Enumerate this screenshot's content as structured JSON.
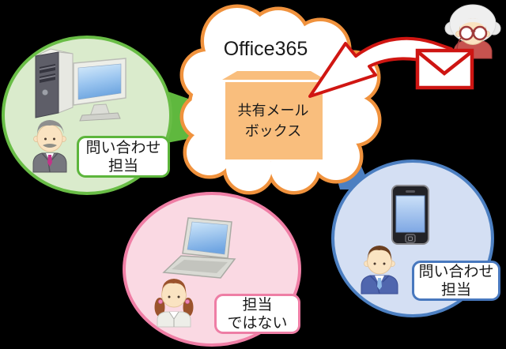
{
  "scene": {
    "background": "#000000",
    "cloud": {
      "service_label": "Office365",
      "mailbox": {
        "line1": "共有メール",
        "line2": "ボックス"
      }
    },
    "members": {
      "desktop_user": {
        "tag": {
          "line1": "問い合わせ",
          "line2": "担当"
        }
      },
      "laptop_user": {
        "tag": {
          "line1": "担当",
          "line2": "ではない"
        }
      },
      "phone_user": {
        "tag": {
          "line1": "問い合わせ",
          "line2": "担当"
        }
      }
    },
    "colors": {
      "cloud_border": "#F0923D",
      "mailbox_fill": "#F9BE7D",
      "green_circle_fill": "#DAEBCC",
      "green_circle_border": "#69BD46",
      "pink_circle_fill": "#FAD9E3",
      "pink_circle_border": "#EF7EA5",
      "blue_circle_fill": "#D4DFF3",
      "blue_circle_border": "#4C7FC1",
      "mail_red": "#CE1512"
    }
  }
}
